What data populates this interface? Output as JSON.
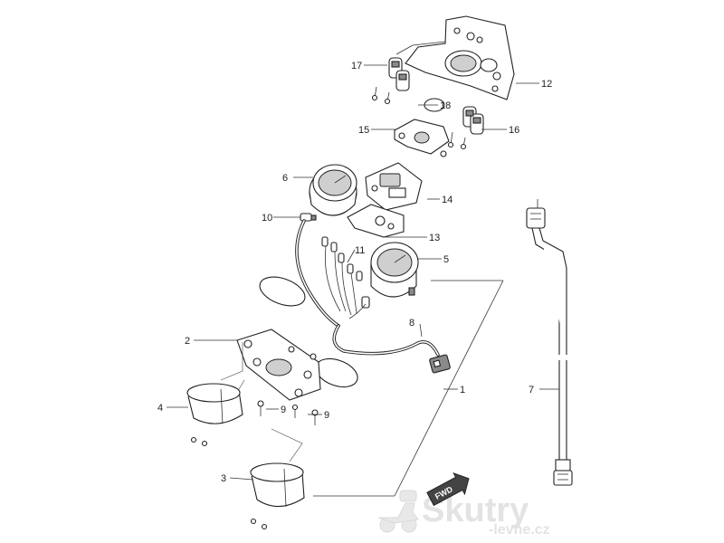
{
  "labels": {
    "l1": "1",
    "l2": "2",
    "l3": "3",
    "l4": "4",
    "l5": "5",
    "l6": "6",
    "l7": "7",
    "l8": "8",
    "l9a": "9",
    "l9b": "9",
    "l10": "10",
    "l11": "11",
    "l12": "12",
    "l13": "13",
    "l14": "14",
    "l15": "15",
    "l16": "16",
    "l17": "17",
    "l18": "18"
  },
  "fwd_arrow": "FWD",
  "watermark": {
    "brand": "Skutry",
    "sub": "-levne.cz"
  },
  "colors": {
    "line": "#222222",
    "fill_dark": "#8a8a8a",
    "watermark": "#e0e0e0"
  }
}
